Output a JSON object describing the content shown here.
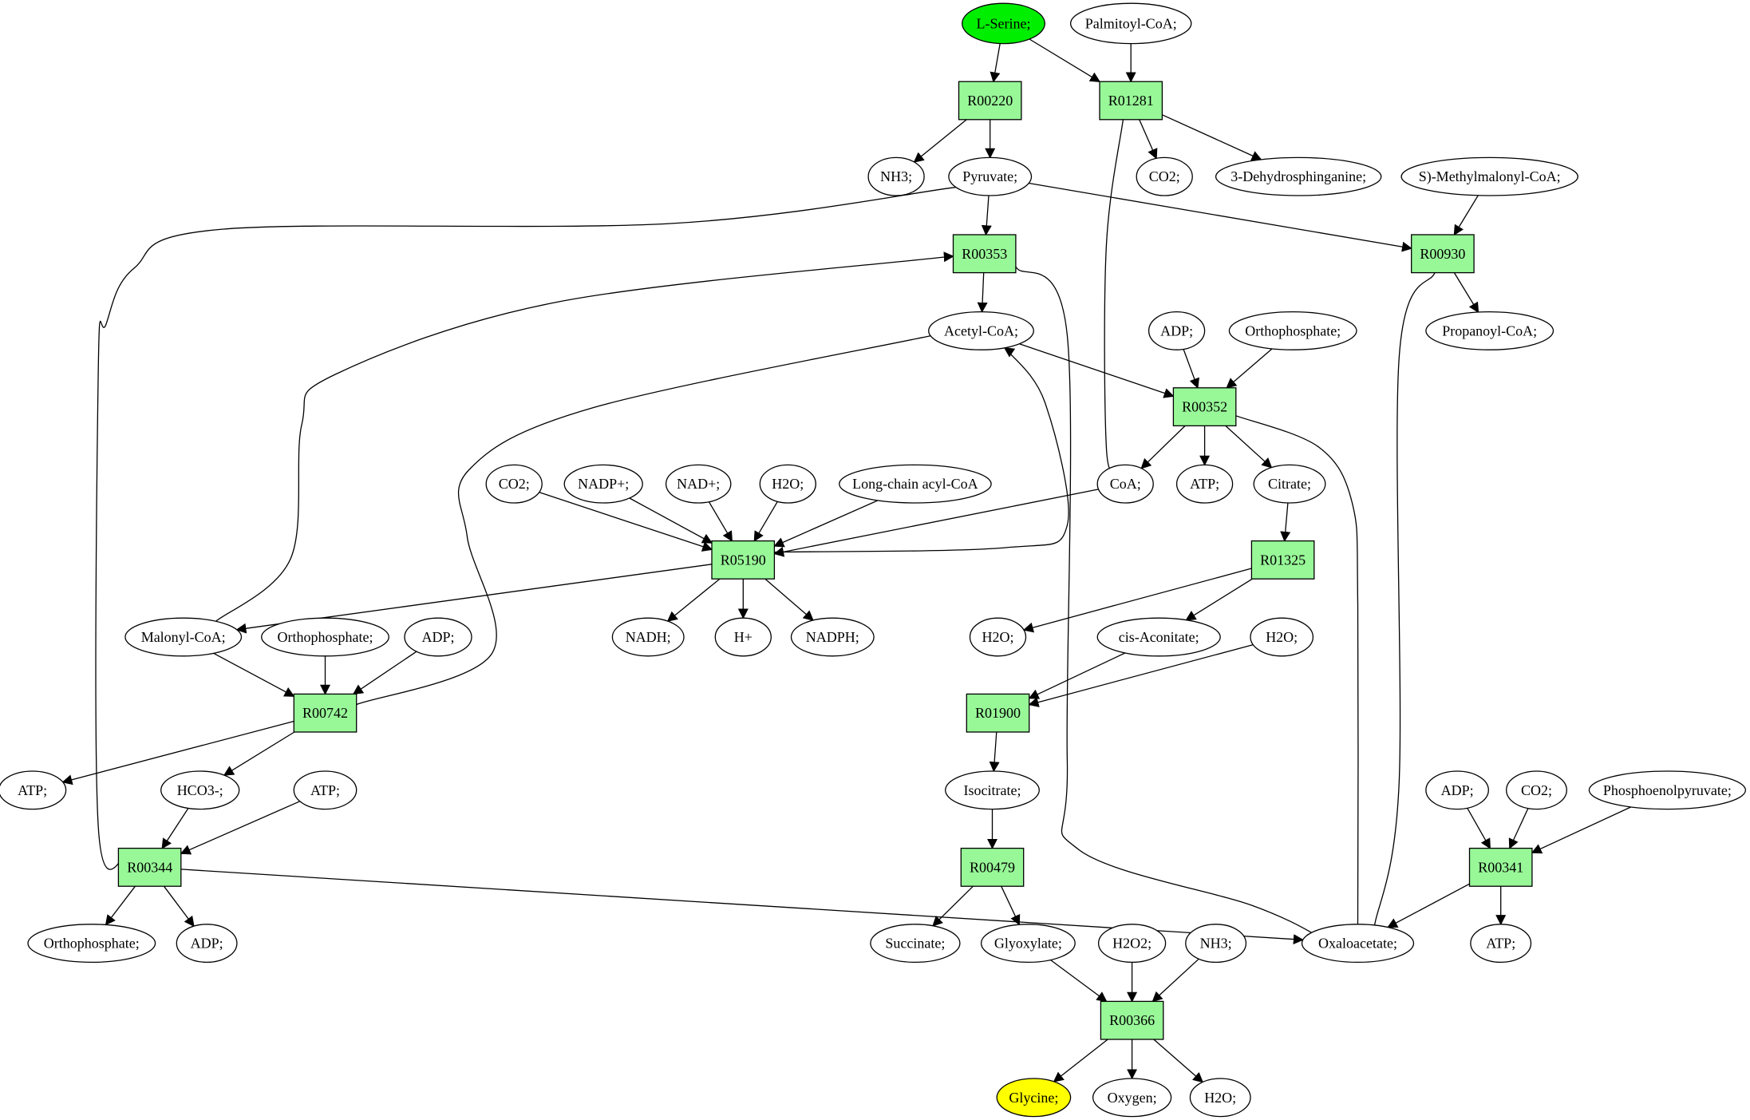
{
  "diagram": {
    "nodes": [
      {
        "id": "n_serine",
        "type": "compound",
        "label": "L-Serine;",
        "fill": "#00ee00"
      },
      {
        "id": "n_palmitoyl",
        "type": "compound",
        "label": "Palmitoyl-CoA;"
      },
      {
        "id": "r_R00220",
        "type": "reaction",
        "label": "R00220"
      },
      {
        "id": "r_R01281",
        "type": "reaction",
        "label": "R01281"
      },
      {
        "id": "n_nh3_a",
        "type": "compound",
        "label": "NH3;"
      },
      {
        "id": "n_pyruvate",
        "type": "compound",
        "label": "Pyruvate;"
      },
      {
        "id": "n_co2_a",
        "type": "compound",
        "label": "CO2;"
      },
      {
        "id": "n_dehydro",
        "type": "compound",
        "label": "3-Dehydrosphinganine;"
      },
      {
        "id": "n_methylmal",
        "type": "compound",
        "label": "S)-Methylmalonyl-CoA;"
      },
      {
        "id": "r_R00353",
        "type": "reaction",
        "label": "R00353"
      },
      {
        "id": "r_R00930",
        "type": "reaction",
        "label": "R00930"
      },
      {
        "id": "n_acetylcoa",
        "type": "compound",
        "label": "Acetyl-CoA;"
      },
      {
        "id": "n_adp_a",
        "type": "compound",
        "label": "ADP;"
      },
      {
        "id": "n_ortho_a",
        "type": "compound",
        "label": "Orthophosphate;"
      },
      {
        "id": "n_propanoyl",
        "type": "compound",
        "label": "Propanoyl-CoA;"
      },
      {
        "id": "r_R00352",
        "type": "reaction",
        "label": "R00352"
      },
      {
        "id": "n_co2_b",
        "type": "compound",
        "label": "CO2;"
      },
      {
        "id": "n_nadp",
        "type": "compound",
        "label": "NADP+;"
      },
      {
        "id": "n_nad",
        "type": "compound",
        "label": "NAD+;"
      },
      {
        "id": "n_h2o_a",
        "type": "compound",
        "label": "H2O;"
      },
      {
        "id": "n_longchain",
        "type": "compound",
        "label": "Long-chain acyl-CoA"
      },
      {
        "id": "n_coa",
        "type": "compound",
        "label": "CoA;"
      },
      {
        "id": "n_atp_a",
        "type": "compound",
        "label": "ATP;"
      },
      {
        "id": "n_citrate",
        "type": "compound",
        "label": "Citrate;"
      },
      {
        "id": "r_R05190",
        "type": "reaction",
        "label": "R05190"
      },
      {
        "id": "r_R01325",
        "type": "reaction",
        "label": "R01325"
      },
      {
        "id": "n_malonyl",
        "type": "compound",
        "label": "Malonyl-CoA;"
      },
      {
        "id": "n_ortho_b",
        "type": "compound",
        "label": "Orthophosphate;"
      },
      {
        "id": "n_adp_b",
        "type": "compound",
        "label": "ADP;"
      },
      {
        "id": "n_nadh",
        "type": "compound",
        "label": "NADH;"
      },
      {
        "id": "n_hplus",
        "type": "compound",
        "label": "H+"
      },
      {
        "id": "n_nadph",
        "type": "compound",
        "label": "NADPH;"
      },
      {
        "id": "n_h2o_b",
        "type": "compound",
        "label": "H2O;"
      },
      {
        "id": "n_cisacon",
        "type": "compound",
        "label": "cis-Aconitate;"
      },
      {
        "id": "n_h2o_c",
        "type": "compound",
        "label": "H2O;"
      },
      {
        "id": "r_R00742",
        "type": "reaction",
        "label": "R00742"
      },
      {
        "id": "r_R01900",
        "type": "reaction",
        "label": "R01900"
      },
      {
        "id": "n_atp_b",
        "type": "compound",
        "label": "ATP;"
      },
      {
        "id": "n_hco3",
        "type": "compound",
        "label": "HCO3-;"
      },
      {
        "id": "n_atp_c",
        "type": "compound",
        "label": "ATP;"
      },
      {
        "id": "n_isocitrate",
        "type": "compound",
        "label": "Isocitrate;"
      },
      {
        "id": "n_adp_c",
        "type": "compound",
        "label": "ADP;"
      },
      {
        "id": "n_co2_c",
        "type": "compound",
        "label": "CO2;"
      },
      {
        "id": "n_pep",
        "type": "compound",
        "label": "Phosphoenolpyruvate;"
      },
      {
        "id": "r_R00344",
        "type": "reaction",
        "label": "R00344"
      },
      {
        "id": "r_R00479",
        "type": "reaction",
        "label": "R00479"
      },
      {
        "id": "r_R00341",
        "type": "reaction",
        "label": "R00341"
      },
      {
        "id": "n_ortho_c",
        "type": "compound",
        "label": "Orthophosphate;"
      },
      {
        "id": "n_adp_d",
        "type": "compound",
        "label": "ADP;"
      },
      {
        "id": "n_succinate",
        "type": "compound",
        "label": "Succinate;"
      },
      {
        "id": "n_glyoxylate",
        "type": "compound",
        "label": "Glyoxylate;"
      },
      {
        "id": "n_h2o2",
        "type": "compound",
        "label": "H2O2;"
      },
      {
        "id": "n_nh3_b",
        "type": "compound",
        "label": "NH3;"
      },
      {
        "id": "n_oxaloacetate",
        "type": "compound",
        "label": "Oxaloacetate;"
      },
      {
        "id": "n_atp_d",
        "type": "compound",
        "label": "ATP;"
      },
      {
        "id": "r_R00366",
        "type": "reaction",
        "label": "R00366"
      },
      {
        "id": "n_glycine",
        "type": "compound",
        "label": "Glycine;",
        "fill": "#ffff00"
      },
      {
        "id": "n_oxygen",
        "type": "compound",
        "label": "Oxygen;"
      },
      {
        "id": "n_h2o_d",
        "type": "compound",
        "label": "H2O;"
      }
    ],
    "edges": [
      [
        "n_serine",
        "r_R00220"
      ],
      [
        "n_serine",
        "r_R01281"
      ],
      [
        "n_palmitoyl",
        "r_R01281"
      ],
      [
        "r_R00220",
        "n_nh3_a"
      ],
      [
        "r_R00220",
        "n_pyruvate"
      ],
      [
        "r_R01281",
        "n_co2_a"
      ],
      [
        "r_R01281",
        "n_dehydro"
      ],
      [
        "r_R01281",
        "n_coa"
      ],
      [
        "n_pyruvate",
        "r_R00353"
      ],
      [
        "n_pyruvate",
        "r_R00930"
      ],
      [
        "n_pyruvate",
        "r_R00344"
      ],
      [
        "n_methylmal",
        "r_R00930"
      ],
      [
        "r_R00930",
        "n_propanoyl"
      ],
      [
        "r_R00930",
        "n_oxaloacetate"
      ],
      [
        "r_R00353",
        "n_acetylcoa"
      ],
      [
        "r_R00353",
        "n_oxaloacetate"
      ],
      [
        "n_acetylcoa",
        "r_R00352"
      ],
      [
        "n_adp_a",
        "r_R00352"
      ],
      [
        "n_ortho_a",
        "r_R00352"
      ],
      [
        "n_oxaloacetate",
        "r_R00352"
      ],
      [
        "r_R00352",
        "n_coa"
      ],
      [
        "r_R00352",
        "n_atp_a"
      ],
      [
        "r_R00352",
        "n_citrate"
      ],
      [
        "n_co2_b",
        "r_R05190"
      ],
      [
        "n_nadp",
        "r_R05190"
      ],
      [
        "n_nad",
        "r_R05190"
      ],
      [
        "n_h2o_a",
        "r_R05190"
      ],
      [
        "n_longchain",
        "r_R05190"
      ],
      [
        "n_coa",
        "r_R05190"
      ],
      [
        "r_R05190",
        "n_acetylcoa"
      ],
      [
        "r_R05190",
        "n_malonyl"
      ],
      [
        "r_R05190",
        "n_nadh"
      ],
      [
        "r_R05190",
        "n_hplus"
      ],
      [
        "r_R05190",
        "n_nadph"
      ],
      [
        "n_citrate",
        "r_R01325"
      ],
      [
        "r_R01325",
        "n_cisacon"
      ],
      [
        "r_R01325",
        "n_h2o_b"
      ],
      [
        "n_malonyl",
        "r_R00353"
      ],
      [
        "n_malonyl",
        "r_R00742"
      ],
      [
        "n_ortho_b",
        "r_R00742"
      ],
      [
        "n_adp_b",
        "r_R00742"
      ],
      [
        "r_R00742",
        "n_acetylcoa"
      ],
      [
        "r_R00742",
        "n_hco3"
      ],
      [
        "r_R00742",
        "n_atp_b"
      ],
      [
        "n_h2o_c",
        "r_R01900"
      ],
      [
        "n_cisacon",
        "r_R01900"
      ],
      [
        "r_R01900",
        "n_isocitrate"
      ],
      [
        "n_atp_c",
        "r_R00344"
      ],
      [
        "n_hco3",
        "r_R00344"
      ],
      [
        "r_R00344",
        "n_ortho_c"
      ],
      [
        "r_R00344",
        "n_adp_d"
      ],
      [
        "r_R00344",
        "n_oxaloacetate"
      ],
      [
        "n_isocitrate",
        "r_R00479"
      ],
      [
        "r_R00479",
        "n_succinate"
      ],
      [
        "r_R00479",
        "n_glyoxylate"
      ],
      [
        "n_adp_c",
        "r_R00341"
      ],
      [
        "n_co2_c",
        "r_R00341"
      ],
      [
        "n_pep",
        "r_R00341"
      ],
      [
        "r_R00341",
        "n_oxaloacetate"
      ],
      [
        "r_R00341",
        "n_atp_d"
      ],
      [
        "n_glyoxylate",
        "r_R00366"
      ],
      [
        "n_h2o2",
        "r_R00366"
      ],
      [
        "n_nh3_b",
        "r_R00366"
      ],
      [
        "r_R00366",
        "n_glycine"
      ],
      [
        "r_R00366",
        "n_oxygen"
      ],
      [
        "r_R00366",
        "n_h2o_d"
      ]
    ]
  }
}
